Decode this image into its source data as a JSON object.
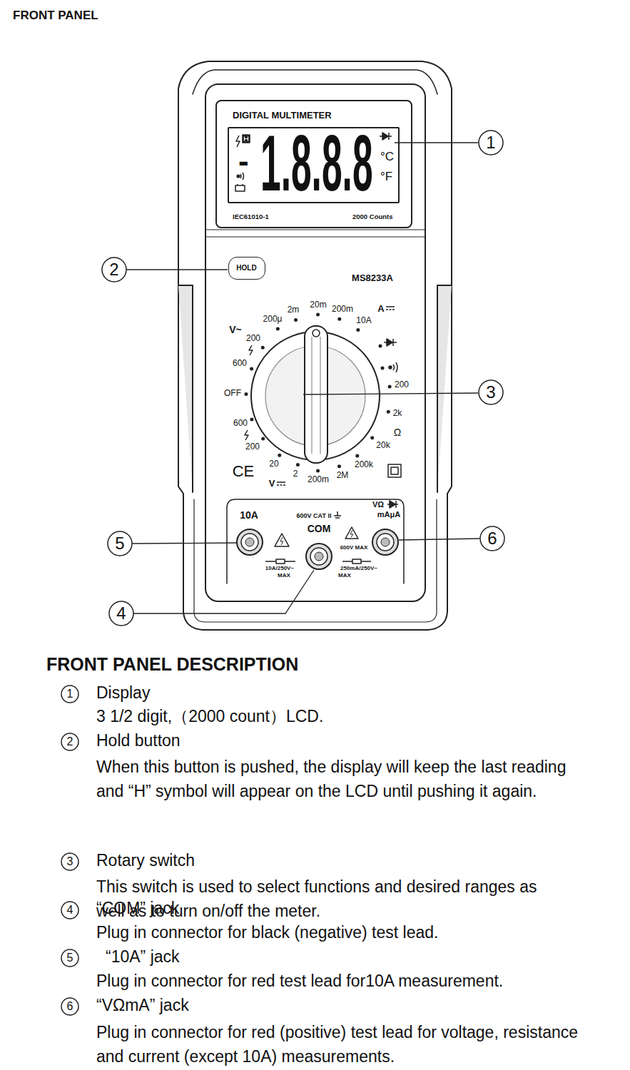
{
  "diagram": {
    "title": "FRONT PANEL",
    "nodes": [
      {
        "text": [
          "DIGITAL MULTIMETER",
          "IEC61010-1",
          "2000 Counts"
        ]
      },
      {
        "text": [
          "-",
          "1.8.8.8",
          "°C",
          "°F"
        ],
        "in": 0
      },
      {
        "text": [
          "HOLD"
        ]
      }
    ],
    "labels": [
      "1",
      "2",
      "3",
      "4",
      "5",
      "6",
      "MS8233A",
      "V~",
      "200μ",
      "2m",
      "20m",
      "200m",
      "10A",
      "A",
      "200",
      "600",
      "OFF",
      "600",
      "200",
      "20",
      "V",
      "2",
      "200m",
      "2M",
      "200k",
      "20k",
      "Ω",
      "2k",
      "200",
      "CE",
      "10A",
      "600V CAT II",
      "COM",
      "VΩ",
      "mAμA",
      "600V MAX",
      "10A/250V~",
      "MAX",
      "250mA/250V~",
      "MAX",
      "FRONT PANEL DESCRIPTION",
      "1",
      "Display",
      "3 1/2 digit,（2000 count）LCD.",
      "2",
      "Hold button",
      "When this button is pushed, the display will keep the last reading and “H” symbol will appear on the LCD until pushing it again.",
      "3",
      "Rotary switch",
      "This switch is used to select functions and desired ranges as well as to turn on/off the meter.",
      "4",
      "“COM” jack",
      "Plug in connector for black (negative) test lead.",
      "5",
      "“10A” jack",
      "Plug in connector for red test lead for10A measurement.",
      "6",
      "“VΩmA” jack",
      "Plug in connector for red (positive) test lead for voltage, resistance and current (except 10A) measurements."
    ]
  }
}
